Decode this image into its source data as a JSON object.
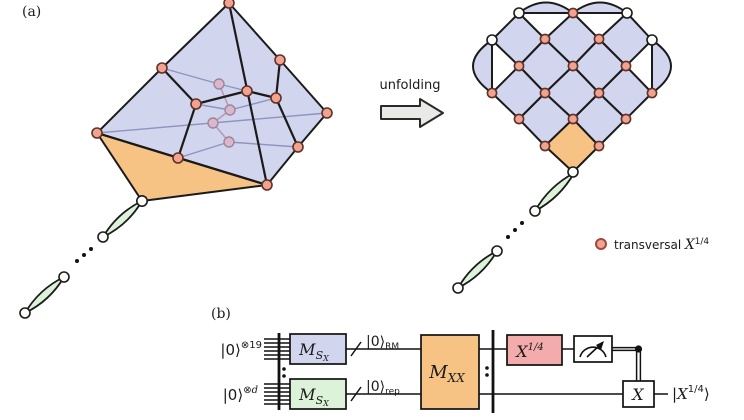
{
  "colors": {
    "lavender": "#d2d5ee",
    "orange": "#f6c385",
    "green": "#dcf3da",
    "nodepink": "#f2a390",
    "nodestroke": "#5f3128",
    "nodelight": "#dfb5cd",
    "nodelightstroke": "#97889c",
    "hiddenedge": "#8f93bd",
    "zigedge": "#b79ab8",
    "gatepink": "#f3abab",
    "arrowgray": "#e9e9e7",
    "legendring": "#9c4a41"
  },
  "panel_a": {
    "label": "(a)",
    "arrow_label": "unfolding",
    "legend": {
      "label": "transversal ",
      "gate": "X",
      "gate_exp": "1/4"
    }
  },
  "panel_b": {
    "label": "(b)",
    "inputs": [
      {
        "ket": "|0⟩",
        "otimes": "⊗",
        "count": "19"
      },
      {
        "ket": "|0⟩",
        "otimes": "⊗",
        "count": "d"
      }
    ],
    "msx": {
      "m": "M",
      "sub": "S",
      "subsub": "X"
    },
    "mxx": {
      "m": "M",
      "sub": "XX"
    },
    "ket_rm": {
      "ket": "|0⟩",
      "sub": "RM"
    },
    "ket_rep": {
      "ket": "|0⟩",
      "sub": "rep"
    },
    "x14": {
      "base": "X",
      "exp": "1/4"
    },
    "xgate": {
      "base": "X"
    },
    "output": {
      "bar": "|",
      "base": "X",
      "exp": "1/4",
      "ket": "⟩"
    }
  }
}
